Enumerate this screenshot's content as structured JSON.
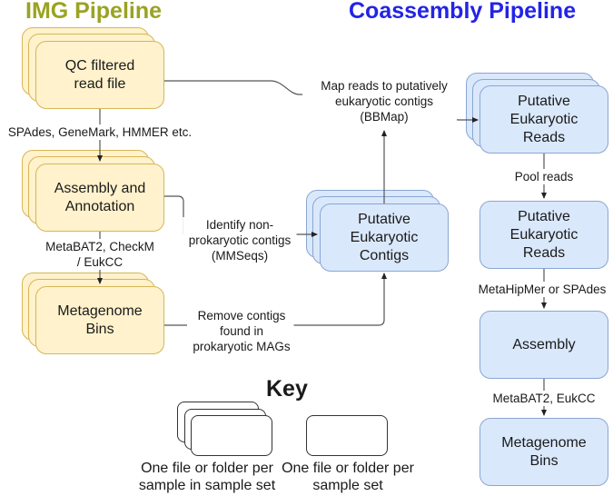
{
  "titles": {
    "img": "IMG Pipeline",
    "coassembly": "Coassembly Pipeline",
    "key": "Key"
  },
  "colors": {
    "img_title": "#9aa321",
    "coassembly_title": "#2323e6",
    "img_fill": "#fff2cc",
    "img_border": "#d6b656",
    "co_fill": "#dae8fc",
    "co_border": "#8aa6d1"
  },
  "img_pipeline": {
    "nodes": [
      {
        "label": "QC filtered read file"
      },
      {
        "label": "Assembly and Annotation"
      },
      {
        "label": "Metagenome Bins"
      }
    ],
    "edges": [
      {
        "label": "SPAdes, GeneMark, HMMER etc."
      },
      {
        "label": "MetaBAT2, CheckM / EukCC"
      }
    ]
  },
  "coassembly_pipeline": {
    "nodes": [
      {
        "label": "Putative Eukaryotic Contigs"
      },
      {
        "label": "Putative Eukaryotic Reads"
      },
      {
        "label": "Putative Eukaryotic Reads"
      },
      {
        "label": "Assembly"
      },
      {
        "label": "Metagenome Bins"
      }
    ],
    "edges": [
      {
        "label": "Identify non-prokaryotic contigs (MMSeqs)"
      },
      {
        "label": "Remove contigs found in prokaryotic MAGs"
      },
      {
        "label": "Map reads to putatively eukaryotic contigs (BBMap)"
      },
      {
        "label": "Pool reads"
      },
      {
        "label": "MetaHipMer or SPAdes"
      },
      {
        "label": "MetaBAT2, EukCC"
      }
    ]
  },
  "key": {
    "items": [
      {
        "label": "One file or folder per sample in sample set"
      },
      {
        "label": "One file or folder per sample set"
      }
    ]
  }
}
